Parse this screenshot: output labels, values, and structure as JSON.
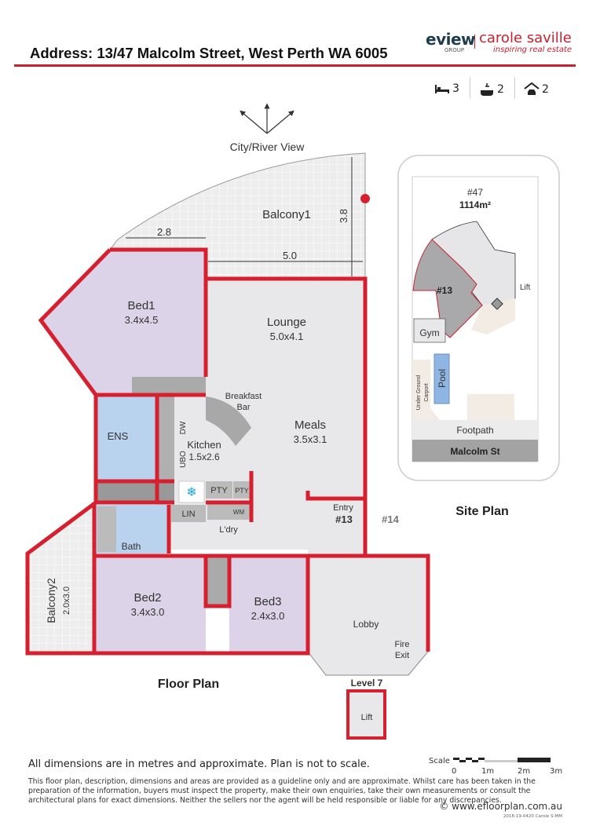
{
  "header": {
    "address": "Address: 13/47 Malcolm Street, West Perth WA 6005",
    "logo": {
      "eview": "eview",
      "group": "GROUP",
      "brand": "carole saville",
      "tagline": "inspiring real estate"
    },
    "features": {
      "bedrooms": "3",
      "bathrooms": "2",
      "parking": "2"
    },
    "colors": {
      "accent": "#c8202f",
      "eview": "#1f3c4f"
    }
  },
  "floor_plan": {
    "title": "Floor Plan",
    "view_label": "City/River View",
    "dimensions": {
      "balcony_width": "2.8",
      "lounge_width": "5.0",
      "balcony_depth": "3.8"
    },
    "rooms": {
      "balcony1": "Balcony1",
      "bed1": {
        "name": "Bed1",
        "size": "3.4x4.5"
      },
      "lounge": {
        "name": "Lounge",
        "size": "5.0x4.1"
      },
      "breakfast_bar": [
        "Breakfast",
        "Bar"
      ],
      "meals": {
        "name": "Meals",
        "size": "3.5x3.1"
      },
      "kitchen": {
        "name": "Kitchen",
        "size": "1.5x2.6"
      },
      "dw": "DW",
      "ubo": "UBO",
      "ens": "ENS",
      "pty1": "PTY",
      "pty2": "PTY",
      "lin": "LIN",
      "wm": "WM",
      "laundry": "L'dry",
      "bath": "Bath",
      "entry": "Entry",
      "unit": "#13",
      "neighbour": "#14",
      "balcony2": {
        "name": "Balcony2",
        "size": "2.0x3.0"
      },
      "bed2": {
        "name": "Bed2",
        "size": "3.4x3.0"
      },
      "bed3": {
        "name": "Bed3",
        "size": "2.4x3.0"
      },
      "lobby": "Lobby",
      "fire_exit": [
        "Fire",
        "Exit"
      ],
      "level": "Level 7",
      "lift": "Lift"
    },
    "colors": {
      "walls": "#d6202f",
      "bedroom": "#ddd3e8",
      "wet": "#b9d3ee",
      "living": "#e8e8ea",
      "balcony": "#ededed"
    }
  },
  "site_plan": {
    "title": "Site Plan",
    "lot": "#47",
    "area": "1114m²",
    "unit": "#13",
    "lift": "Lift",
    "gym": "Gym",
    "pool": "Pool",
    "carport": [
      "Under Ground",
      "Carport"
    ],
    "footpath": "Footpath",
    "street": "Malcolm St"
  },
  "footer": {
    "note": "All dimensions are in metres and approximate. Plan is not to scale.",
    "disclaimer": "This floor plan, description, dimensions and areas are provided as a guideline only and are approximate. Whilst care has been taken in the preparation of the information, buyers must inspect the property, make their own enquiries, take their own measurements or consult the architectural plans for exact dimensions. Neither the sellers nor the agent will be held responsible or liable for any discrepancies.",
    "scale": {
      "label": "Scale",
      "ticks": [
        "0",
        "1m",
        "2m",
        "3m"
      ]
    },
    "copyright": "© www.efloorplan.com.au",
    "code": "2018-19-0420 Carole S-MM"
  }
}
